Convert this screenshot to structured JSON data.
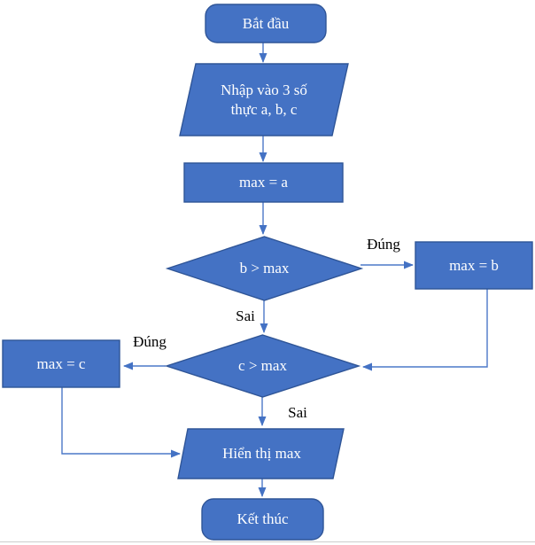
{
  "diagram": {
    "description": "Flowchart finding the maximum of three real numbers a, b, c (Vietnamese)",
    "colors": {
      "shape_fill": "#4472C4",
      "shape_border": "#2F5597",
      "connector": "#4C78C8",
      "arrowhead": "#4472C4",
      "node_text": "#FFFFFF",
      "label_text": "#000000",
      "background": "#FFFFFF",
      "bottom_rule": "#CCCCCC"
    },
    "nodes": {
      "start": {
        "type": "terminator",
        "label": "Bắt đầu"
      },
      "input": {
        "type": "io",
        "line1": "Nhập vào 3 số",
        "line2": "thực a, b, c"
      },
      "assign_a": {
        "type": "process",
        "label": "max = a"
      },
      "decision_b": {
        "type": "decision",
        "label": "b > max"
      },
      "assign_b": {
        "type": "process",
        "label": "max = b"
      },
      "decision_c": {
        "type": "decision",
        "label": "c > max"
      },
      "assign_c": {
        "type": "process",
        "label": "max = c"
      },
      "output": {
        "type": "io",
        "label": "Hiển thị max"
      },
      "end": {
        "type": "terminator",
        "label": "Kết thúc"
      }
    },
    "edge_labels": {
      "decision_b_true": "Đúng",
      "decision_b_false": "Sai",
      "decision_c_true": "Đúng",
      "decision_c_false": "Sai"
    }
  }
}
